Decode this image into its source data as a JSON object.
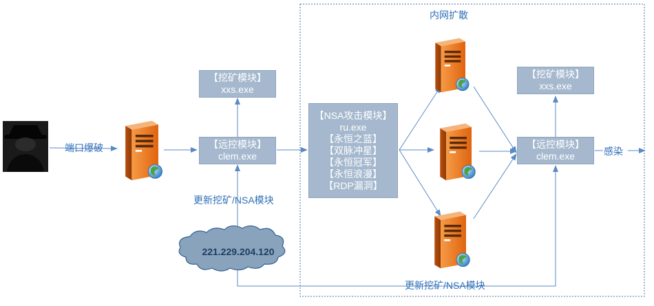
{
  "zone_title": "内网扩散",
  "labels": {
    "port_blast": "端口爆破",
    "update_left": "更新挖矿/NSA模块",
    "update_bottom": "更新挖矿/NSA模块",
    "infect": "感染"
  },
  "cloud_ip": "221.229.204.120",
  "boxes": {
    "mining_left": [
      "【挖矿模块】",
      "xxs.exe"
    ],
    "remote_left": [
      "【远控模块】",
      "clem.exe"
    ],
    "nsa": [
      "【NSA攻击模块】",
      "ru.exe",
      "【永恒之蓝】",
      "【双脉冲星】",
      "【永恒冠军】",
      "【永恒浪漫】",
      "【RDP漏洞】"
    ],
    "mining_right": [
      "【挖矿模块】",
      "xxs.exe"
    ],
    "remote_right": [
      "【远控模块】",
      "clem.exe"
    ]
  },
  "colors": {
    "box_fill": "#a5b8ce",
    "arrow": "#5a8ac4",
    "label_text": "#2f6fb7",
    "cloud_fill": "#8aa3bd",
    "server_orange": "#f07a22"
  },
  "icons": [
    "hacker-icon",
    "server-icon",
    "globe-icon",
    "cloud-icon"
  ]
}
